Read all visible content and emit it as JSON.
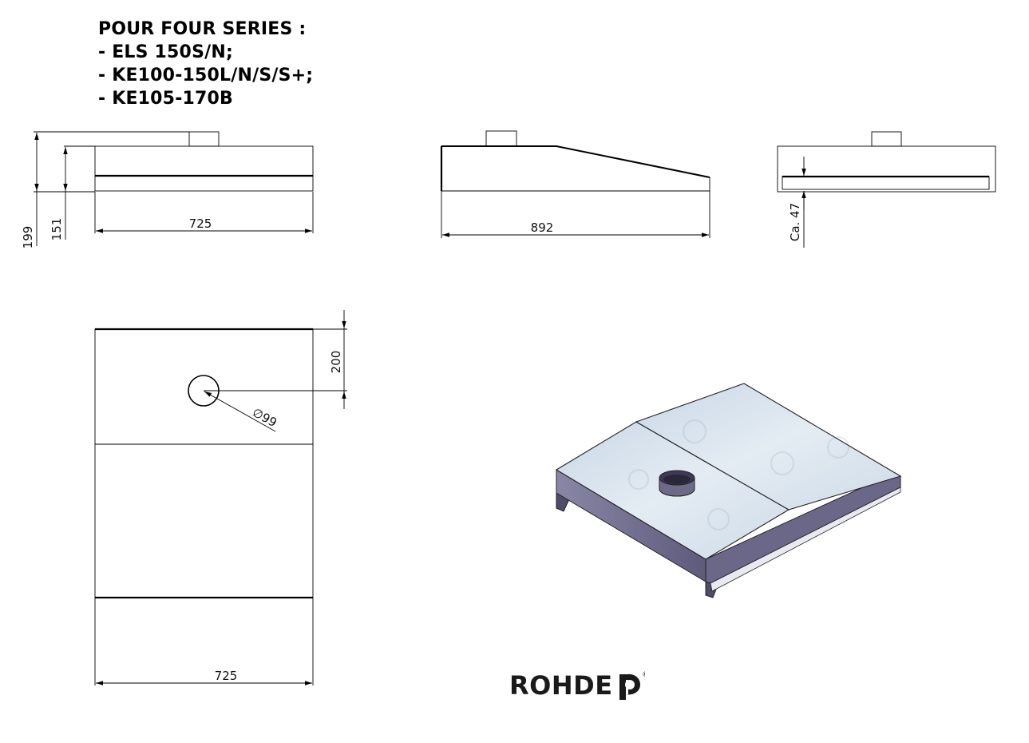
{
  "heading": {
    "title": "POUR FOUR SERIES :",
    "models": [
      "- ELS 150S/N;",
      "- KE100-150L/N/S/S+;",
      "- KE105-170B"
    ]
  },
  "front_view": {
    "dim_total_height": "199",
    "dim_body_height": "151",
    "dim_width": "725"
  },
  "side_view": {
    "dim_depth": "892"
  },
  "rear_view": {
    "dim_clearance": "Ca. 47"
  },
  "top_view": {
    "dim_outlet_offset": "200",
    "dim_outlet_diameter": "∅99",
    "dim_width": "725"
  },
  "brand": {
    "name": "ROHDE",
    "registered_mark": "®",
    "colors": {
      "ink": "#1a1a1a",
      "hood_top": "#d5e1ec",
      "hood_side": "#6e6a8c"
    }
  }
}
